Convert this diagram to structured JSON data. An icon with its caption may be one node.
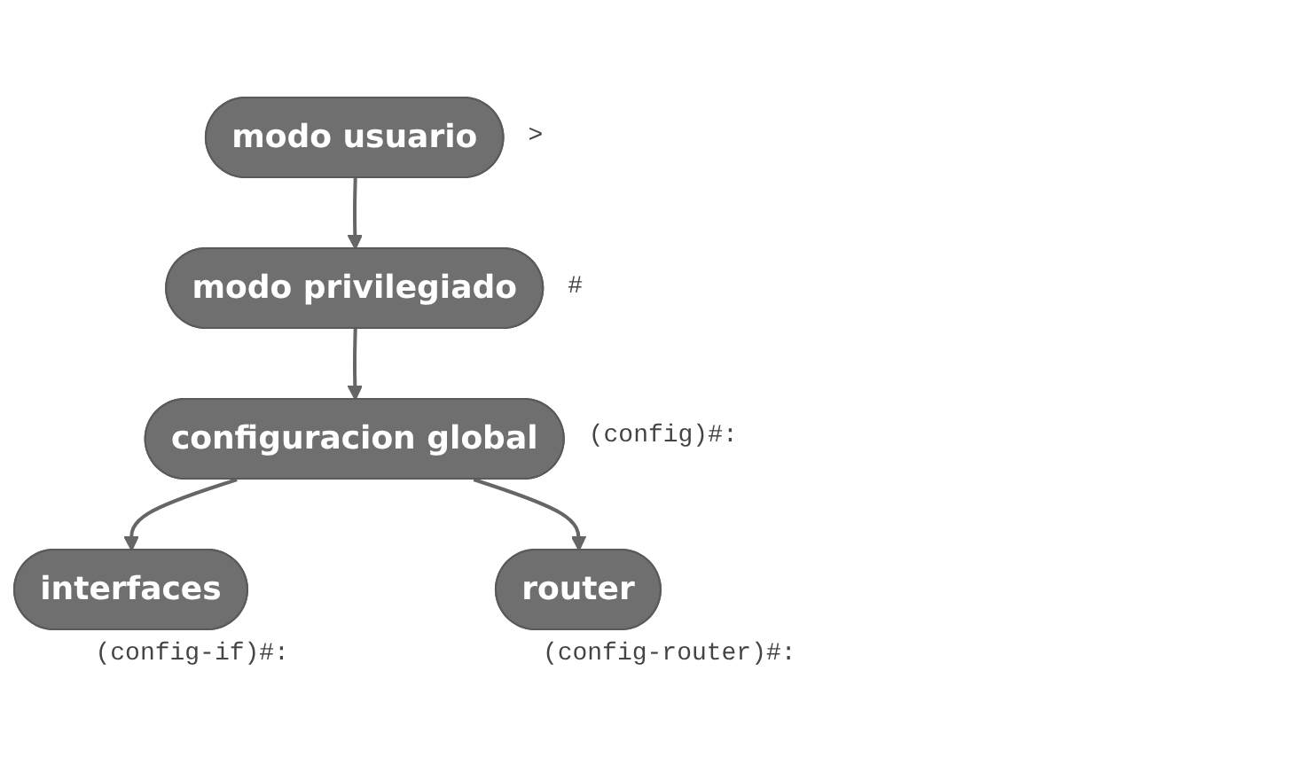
{
  "diagram": {
    "nodes": [
      {
        "text": [
          "modo usuario"
        ],
        "beside": [
          ">"
        ]
      },
      {
        "text": [
          "modo privilegiado"
        ],
        "beside": [
          "#"
        ]
      },
      {
        "text": [
          "configuracion global"
        ],
        "beside": [
          "(config)#:"
        ]
      },
      {
        "text": [
          "interfaces"
        ],
        "beside": [
          "(config-if)#:"
        ]
      },
      {
        "text": [
          "router"
        ],
        "beside": [
          "(config-router)#:"
        ]
      }
    ],
    "edges": [
      {
        "from": 0,
        "to": 1,
        "arrow": "to"
      },
      {
        "from": 1,
        "to": 2,
        "arrow": "to"
      },
      {
        "from": 2,
        "to": 3,
        "arrow": "to"
      },
      {
        "from": 2,
        "to": 4,
        "arrow": "to"
      }
    ]
  }
}
